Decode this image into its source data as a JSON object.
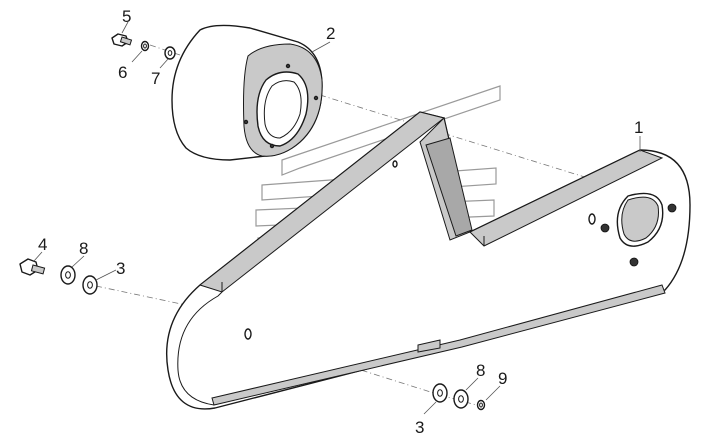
{
  "callouts": [
    {
      "id": "c1",
      "label": "1"
    },
    {
      "id": "c2",
      "label": "2"
    },
    {
      "id": "c3a",
      "label": "3"
    },
    {
      "id": "c3b",
      "label": "3"
    },
    {
      "id": "c4",
      "label": "4"
    },
    {
      "id": "c5",
      "label": "5"
    },
    {
      "id": "c6",
      "label": "6"
    },
    {
      "id": "c7",
      "label": "7"
    },
    {
      "id": "c8a",
      "label": "8"
    },
    {
      "id": "c8b",
      "label": "8"
    },
    {
      "id": "c9",
      "label": "9"
    }
  ]
}
